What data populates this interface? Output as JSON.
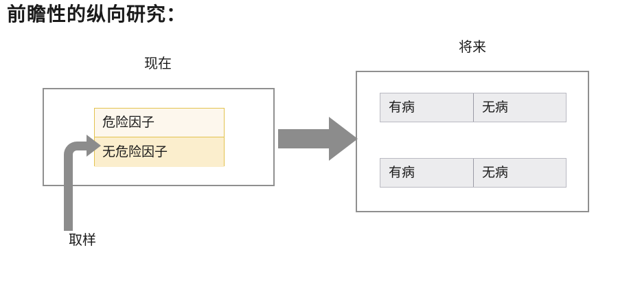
{
  "title": "前瞻性的纵向研究：",
  "captions": {
    "present": "现在",
    "future": "将来"
  },
  "exposure_groups": [
    {
      "label": "危险因子"
    },
    {
      "label": "无危险因子"
    }
  ],
  "outcome_rows": [
    {
      "cells": [
        {
          "label": "有病"
        },
        {
          "label": "无病"
        }
      ]
    },
    {
      "cells": [
        {
          "label": "有病"
        },
        {
          "label": "无病"
        }
      ]
    }
  ],
  "sampling": {
    "label": "取样"
  },
  "icons": {
    "sampling_arrow": "elbow-arrow-up-right-icon",
    "flow_arrow": "block-arrow-right-icon"
  },
  "colors": {
    "panel_border": "#8f8f8f",
    "arrow_gray": "#8c8c8c",
    "exposure_border": "#e2c24e",
    "exposure_risk_fill": "#fdf7ed",
    "exposure_norisk_fill": "#fbeecd",
    "outcome_fill": "#ececee",
    "outcome_border": "#b9b9c2",
    "text": "#1a1a1a",
    "background": "#ffffff"
  }
}
